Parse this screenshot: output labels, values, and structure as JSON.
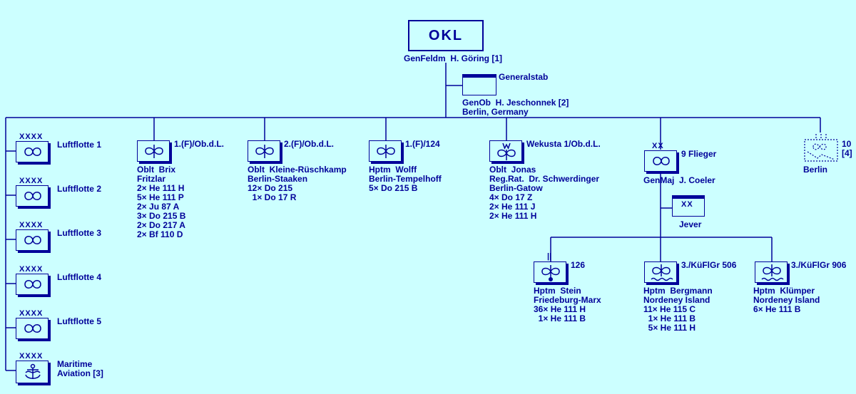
{
  "okl": {
    "title": "OKL",
    "commander": "GenFeldm  H. Göring [1]"
  },
  "generalstab": {
    "label": "Generalstab",
    "commander": "GenOb  H. Jeschonnek [2]",
    "location": "Berlin, Germany"
  },
  "luftflotten": [
    {
      "rank": "XXXX",
      "label": "Luftflotte 1"
    },
    {
      "rank": "XXXX",
      "label": "Luftflotte 2"
    },
    {
      "rank": "XXXX",
      "label": "Luftflotte 3"
    },
    {
      "rank": "XXXX",
      "label": "Luftflotte 4"
    },
    {
      "rank": "XXXX",
      "label": "Luftflotte 5"
    },
    {
      "rank": "XXXX",
      "label": "Maritime\nAviation [3]"
    }
  ],
  "recon_units": [
    {
      "label": "1.(F)/Ob.d.L.",
      "details": "Oblt  Brix\nFritzlar\n2× He 111 H\n5× He 111 P\n2× Ju 87 A\n3× Do 215 B\n2× Do 217 A\n2× Bf 110 D"
    },
    {
      "label": "2.(F)/Ob.d.L.",
      "details": "Oblt  Kleine-Rüschkamp\nBerlin-Staaken\n12× Do 215\n  1× Do 17 R"
    },
    {
      "label": "1.(F)/124",
      "details": "Hptm  Wolff\nBerlin-Tempelhoff\n5× Do 215 B"
    },
    {
      "label": "Wekusta 1/Ob.d.L.",
      "details": "Oblt  Jonas\nReg.Rat.  Dr. Schwerdinger\nBerlin-Gatow\n4× Do 17 Z\n2× He 111 J\n2× He 111 H"
    }
  ],
  "flieger9": {
    "rank": "XX",
    "label": "9 Flieger",
    "commander": "GenMaj  J. Coeler"
  },
  "jever": {
    "rank": "XX",
    "label": "Jever"
  },
  "unit10": {
    "label": "10\n[4]",
    "location": "Berlin"
  },
  "sub_units": [
    {
      "label": "126",
      "details": "Hptm  Stein\nFriedeburg-Marx\n36× He 111 H\n  1× He 111 B"
    },
    {
      "label": "3./KüFlGr 506",
      "details": "Hptm  Bergmann\nNordeney Island\n11× He 115 C\n  1× He 111 B\n  5× He 111 H"
    },
    {
      "label": "3./KüFlGr 906",
      "details": "Hptm  Klümper\nNordeney Island\n6× He 111 B"
    }
  ]
}
